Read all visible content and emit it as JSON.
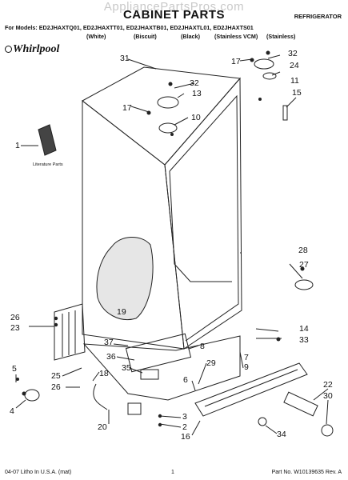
{
  "watermark": "AppliancePartsPros.com",
  "title": "CABINET PARTS",
  "category": "REFRIGERATOR",
  "models_line": "For Models: ED2JHAXTQ01, ED2JHAXTT01, ED2JHAXTB01, ED2JHAXTL01, ED2JHAXTS01",
  "colors": [
    "(White)",
    "(Biscuit)",
    "(Black)",
    "(Stainless VCM)",
    "(Stainless)"
  ],
  "logo": "Whirlpool",
  "literature_label": "Literature Parts",
  "callouts": [
    "31",
    "32",
    "24",
    "17",
    "11",
    "15",
    "32",
    "13",
    "17",
    "10",
    "1",
    "28",
    "27",
    "19",
    "26",
    "23",
    "14",
    "33",
    "37",
    "8",
    "36",
    "7",
    "9",
    "29",
    "35",
    "25",
    "18",
    "5",
    "26",
    "6",
    "22",
    "30",
    "4",
    "3",
    "2",
    "20",
    "16",
    "34"
  ],
  "footer": {
    "left": "04-07 Litho In U.S.A. (mat)",
    "center": "1",
    "right": "Part No. W10139635 Rev. A"
  }
}
